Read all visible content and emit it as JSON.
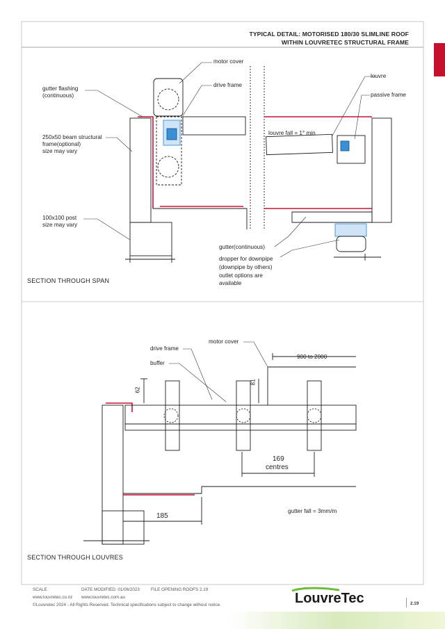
{
  "title": {
    "line1": "TYPICAL DETAIL: MOTORISED 180/30 SLIMLINE ROOF",
    "line2": "WITHIN LOUVRETEC STRUCTURAL FRAME"
  },
  "colors": {
    "brand_red": "#c8102e",
    "drive_blue": "#3a8fd6",
    "line": "#1a1a1a",
    "brand_green": "#6dbb3a"
  },
  "span": {
    "labels": {
      "motor_cover": "motor cover",
      "drive_frame": "drive frame",
      "louvre": "louvre",
      "passive_frame": "passive frame",
      "gutter_flashing_1": "gutter flashing",
      "gutter_flashing_2": "(continuous)",
      "beam_1": "250x50 beam structural",
      "beam_2": "frame(optional)",
      "beam_3": "size may vary",
      "louvre_fall": "louvre fall = 1° min",
      "post_1": "100x100 post",
      "post_2": "size may vary",
      "gutter": "gutter(continuous)",
      "dropper_1": "dropper for downpipe",
      "dropper_2": "(downpipe by others)",
      "dropper_3": "outlet options are",
      "dropper_4": "available"
    },
    "section_title": "SECTION THROUGH SPAN"
  },
  "louvres": {
    "labels": {
      "motor_cover": "motor cover",
      "drive_frame": "drive frame",
      "buffer": "buffer",
      "dim_900": "900 to 2000",
      "dim_62": "62",
      "dim_81": "81",
      "dim_169": "169",
      "centres": "centres",
      "dim_185": "185",
      "gutter_fall": "gutter fall = 3mm/m"
    },
    "section_title": "SECTION THROUGH LOUVRES"
  },
  "footer": {
    "scale_label": "SCALE",
    "date_modified": "DATE MODIFIED: 01/06/2023",
    "file": "FILE   OPENING ROOFS 2.19",
    "web_nz": "www.louvretec.co.nz",
    "web_au": "www.louvretec.com.au",
    "copyright": "©Louvretec 2024 - All Rights Reserved. Technical specifications subject to change without notice.",
    "logo_text": "LouvreTec",
    "page_number": "2.19"
  }
}
